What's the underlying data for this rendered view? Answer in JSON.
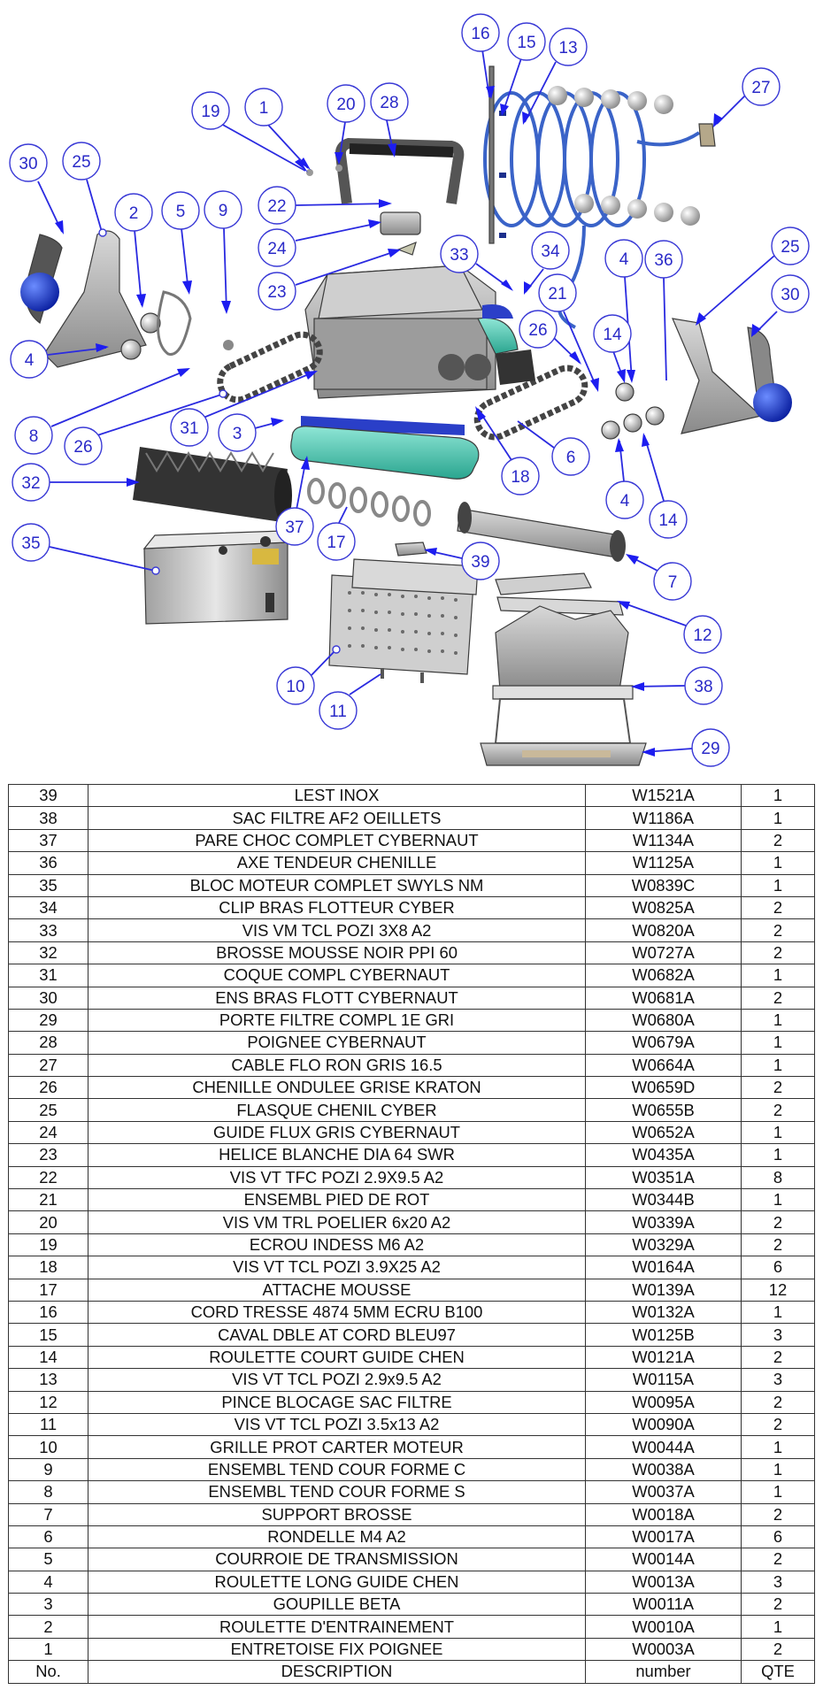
{
  "diagram": {
    "callout_numbers": [
      "16",
      "15",
      "13",
      "27",
      "19",
      "1",
      "20",
      "28",
      "30",
      "25",
      "2",
      "5",
      "9",
      "22",
      "24",
      "23",
      "33",
      "34",
      "21",
      "25",
      "4",
      "36",
      "30",
      "14",
      "26",
      "4",
      "8",
      "31",
      "3",
      "26",
      "6",
      "18",
      "32",
      "37",
      "17",
      "4",
      "14",
      "7",
      "35",
      "39",
      "12",
      "38",
      "10",
      "11",
      "29"
    ]
  },
  "table": {
    "header": {
      "no": "No.",
      "description": "DESCRIPTION",
      "number": "number",
      "qty": "QTE"
    },
    "rows": [
      {
        "no": "39",
        "description": "LEST INOX",
        "number": "W1521A",
        "qty": "1"
      },
      {
        "no": "38",
        "description": "SAC FILTRE AF2 OEILLETS",
        "number": "W1186A",
        "qty": "1"
      },
      {
        "no": "37",
        "description": "PARE CHOC COMPLET CYBERNAUT",
        "number": "W1134A",
        "qty": "2"
      },
      {
        "no": "36",
        "description": "AXE TENDEUR CHENILLE",
        "number": "W1125A",
        "qty": "1"
      },
      {
        "no": "35",
        "description": "BLOC MOTEUR COMPLET SWYLS NM",
        "number": "W0839C",
        "qty": "1"
      },
      {
        "no": "34",
        "description": "CLIP BRAS FLOTTEUR CYBER",
        "number": "W0825A",
        "qty": "2"
      },
      {
        "no": "33",
        "description": "VIS VM TCL POZI 3X8 A2",
        "number": "W0820A",
        "qty": "2"
      },
      {
        "no": "32",
        "description": "BROSSE MOUSSE NOIR PPI 60",
        "number": "W0727A",
        "qty": "2"
      },
      {
        "no": "31",
        "description": "COQUE COMPL CYBERNAUT",
        "number": "W0682A",
        "qty": "1"
      },
      {
        "no": "30",
        "description": "ENS BRAS FLOTT CYBERNAUT",
        "number": "W0681A",
        "qty": "2"
      },
      {
        "no": "29",
        "description": "PORTE FILTRE COMPL 1E GRI",
        "number": "W0680A",
        "qty": "1"
      },
      {
        "no": "28",
        "description": "POIGNEE CYBERNAUT",
        "number": "W0679A",
        "qty": "1"
      },
      {
        "no": "27",
        "description": "CABLE FLO RON GRIS 16.5",
        "number": "W0664A",
        "qty": "1"
      },
      {
        "no": "26",
        "description": "CHENILLE ONDULEE GRISE KRATON",
        "number": "W0659D",
        "qty": "2"
      },
      {
        "no": "25",
        "description": "FLASQUE CHENIL CYBER",
        "number": "W0655B",
        "qty": "2"
      },
      {
        "no": "24",
        "description": "GUIDE FLUX GRIS CYBERNAUT",
        "number": "W0652A",
        "qty": "1"
      },
      {
        "no": "23",
        "description": "HELICE BLANCHE DIA 64 SWR",
        "number": "W0435A",
        "qty": "1"
      },
      {
        "no": "22",
        "description": "VIS VT TFC POZI 2.9X9.5 A2",
        "number": "W0351A",
        "qty": "8"
      },
      {
        "no": "21",
        "description": "ENSEMBL PIED DE ROT",
        "number": "W0344B",
        "qty": "1"
      },
      {
        "no": "20",
        "description": "VIS VM TRL POELIER 6x20 A2",
        "number": "W0339A",
        "qty": "2"
      },
      {
        "no": "19",
        "description": "ECROU INDESS M6 A2",
        "number": "W0329A",
        "qty": "2"
      },
      {
        "no": "18",
        "description": "VIS VT TCL POZI 3.9X25 A2",
        "number": "W0164A",
        "qty": "6"
      },
      {
        "no": "17",
        "description": "ATTACHE MOUSSE",
        "number": "W0139A",
        "qty": "12"
      },
      {
        "no": "16",
        "description": "CORD TRESSE 4874 5MM ECRU B100",
        "number": "W0132A",
        "qty": "1"
      },
      {
        "no": "15",
        "description": "CAVAL DBLE AT CORD BLEU97",
        "number": "W0125B",
        "qty": "3"
      },
      {
        "no": "14",
        "description": "ROULETTE COURT GUIDE CHEN",
        "number": "W0121A",
        "qty": "2"
      },
      {
        "no": "13",
        "description": "VIS VT TCL POZI 2.9x9.5 A2",
        "number": "W0115A",
        "qty": "3"
      },
      {
        "no": "12",
        "description": "PINCE BLOCAGE SAC FILTRE",
        "number": "W0095A",
        "qty": "2"
      },
      {
        "no": "11",
        "description": "VIS VT TCL POZI 3.5x13 A2",
        "number": "W0090A",
        "qty": "2"
      },
      {
        "no": "10",
        "description": "GRILLE PROT CARTER MOTEUR",
        "number": "W0044A",
        "qty": "1"
      },
      {
        "no": "9",
        "description": "ENSEMBL TEND COUR FORME C",
        "number": "W0038A",
        "qty": "1"
      },
      {
        "no": "8",
        "description": "ENSEMBL TEND COUR FORME S",
        "number": "W0037A",
        "qty": "1"
      },
      {
        "no": "7",
        "description": "SUPPORT BROSSE",
        "number": "W0018A",
        "qty": "2"
      },
      {
        "no": "6",
        "description": "RONDELLE M4 A2",
        "number": "W0017A",
        "qty": "6"
      },
      {
        "no": "5",
        "description": "COURROIE DE TRANSMISSION",
        "number": "W0014A",
        "qty": "2"
      },
      {
        "no": "4",
        "description": "ROULETTE LONG GUIDE CHEN",
        "number": "W0013A",
        "qty": "3"
      },
      {
        "no": "3",
        "description": "GOUPILLE BETA",
        "number": "W0011A",
        "qty": "2"
      },
      {
        "no": "2",
        "description": "ROULETTE D'ENTRAINEMENT",
        "number": "W0010A",
        "qty": "1"
      },
      {
        "no": "1",
        "description": "ENTRETOISE FIX POIGNEE",
        "number": "W0003A",
        "qty": "2"
      }
    ]
  }
}
